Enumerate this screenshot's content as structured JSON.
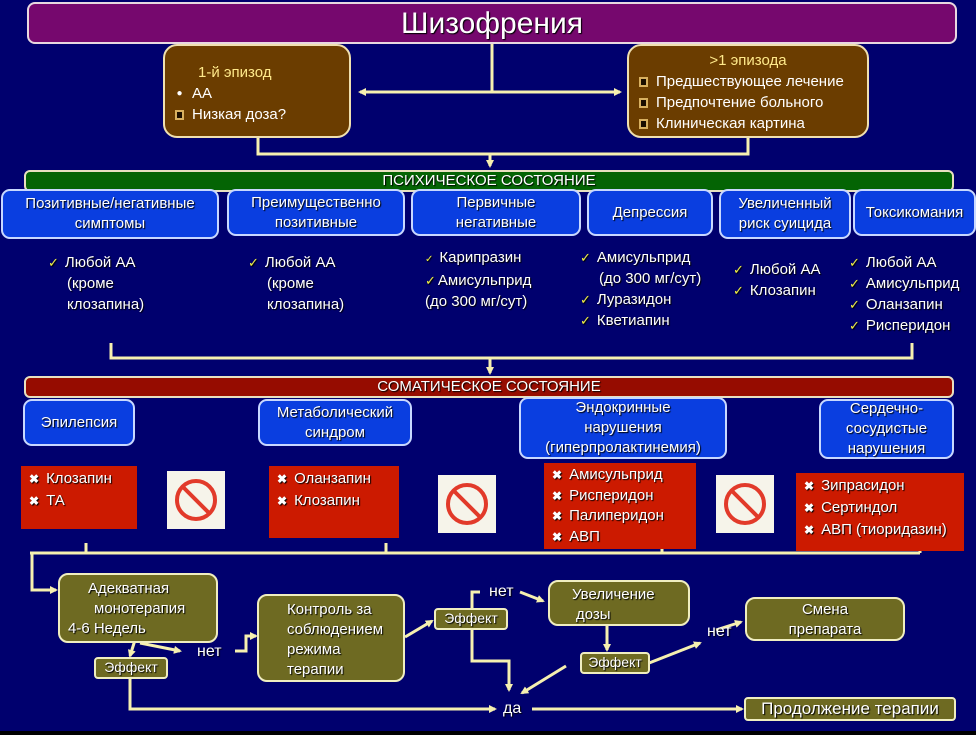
{
  "title": "Шизофрения",
  "episodes": {
    "first": {
      "heading": "1-й эпизод",
      "items": [
        {
          "bullet": "dot",
          "text": "АА"
        },
        {
          "bullet": "square",
          "text": "Низкая доза?"
        }
      ]
    },
    "multiple": {
      "heading": ">1 эпизода",
      "items": [
        {
          "bullet": "square",
          "text": "Предшествующее лечение"
        },
        {
          "bullet": "square",
          "text": "Предпочтение больного"
        },
        {
          "bullet": "square",
          "text": "Клиническая картина"
        }
      ]
    }
  },
  "psychic": {
    "band_label": "ПСИХИЧЕСКОЕ СОСТОЯНИЕ",
    "categories": [
      {
        "label_lines": [
          "Позитивные/негативные",
          "симптомы"
        ],
        "drugs": [
          {
            "check": true,
            "lines": [
              "Любой АА",
              "(кроме",
              "клозапина)"
            ]
          }
        ]
      },
      {
        "label_lines": [
          "Преимущественно",
          "позитивные"
        ],
        "drugs": [
          {
            "check": true,
            "lines": [
              "Любой АА",
              "(кроме",
              "клозапина)"
            ]
          }
        ]
      },
      {
        "label_lines": [
          "Первичные",
          "негативные"
        ],
        "drugs": [
          {
            "check": true,
            "lines": [
              "Карипразин"
            ]
          },
          {
            "check": true,
            "lines": [
              "Амисульприд"
            ]
          },
          {
            "check": false,
            "lines": [
              "(до 300 мг/сут)"
            ]
          }
        ]
      },
      {
        "label_lines": [
          "Депрессия"
        ],
        "drugs": [
          {
            "check": true,
            "lines": [
              "Амисульприд",
              "(до 300 мг/сут)"
            ]
          },
          {
            "check": true,
            "lines": [
              "Луразидон"
            ]
          },
          {
            "check": true,
            "lines": [
              "Кветиапин"
            ]
          }
        ]
      },
      {
        "label_lines": [
          "Увеличенный",
          "риск суицида"
        ],
        "drugs": [
          {
            "check": true,
            "lines": [
              "Любой АА"
            ]
          },
          {
            "check": true,
            "lines": [
              "Клозапин"
            ]
          }
        ]
      },
      {
        "label_lines": [
          "Токсикомания"
        ],
        "drugs": [
          {
            "check": true,
            "lines": [
              "Любой АА"
            ]
          },
          {
            "check": true,
            "lines": [
              "Амисульприд"
            ]
          },
          {
            "check": true,
            "lines": [
              "Оланзапин"
            ]
          },
          {
            "check": true,
            "lines": [
              "Рисперидон"
            ]
          }
        ]
      }
    ]
  },
  "somatic": {
    "band_label": "СОМАТИЧЕСКОЕ СОСТОЯНИЕ",
    "categories": [
      {
        "label_lines": [
          "Эпилепсия"
        ],
        "contraindicated": [
          "Клозапин",
          "ТА"
        ]
      },
      {
        "label_lines": [
          "Метаболический",
          "синдром"
        ],
        "contraindicated": [
          "Оланзапин",
          "Клозапин"
        ]
      },
      {
        "label_lines": [
          "Эндокринные",
          "нарушения",
          "(гиперпролактинемия)"
        ],
        "contraindicated": [
          "Амисульприд",
          "Рисперидон",
          "Палиперидон",
          "АВП"
        ]
      },
      {
        "label_lines": [
          "Сердечно-",
          "сосудистые",
          "нарушения"
        ],
        "contraindicated": [
          "Зипрасидон",
          "Сертиндол",
          "АВП (тиоридазин)"
        ]
      }
    ]
  },
  "therapy": {
    "monotherapy": [
      "Адекватная",
      "монотерапия",
      "4-6 Недель"
    ],
    "compliance": [
      "Контроль за",
      "соблюдением",
      "режима",
      "терапии"
    ],
    "dose_increase": [
      "Увеличение",
      "дозы"
    ],
    "switch": [
      "Смена",
      "препарата"
    ],
    "continue": "Продолжение терапии",
    "effect_label": "Эффект",
    "no_label": "нет",
    "yes_label": "да"
  },
  "colors": {
    "background": "#00006e",
    "title": "#76086e",
    "episode_box": "#6b3d00",
    "psychic_band": "#046404",
    "somatic_band": "#960c00",
    "category_box": "#0a3ee0",
    "contraindication_box": "#cc1a00",
    "therapy_box": "#6e6a22",
    "connector": "#f6f0b0",
    "check": "#f0f040"
  }
}
